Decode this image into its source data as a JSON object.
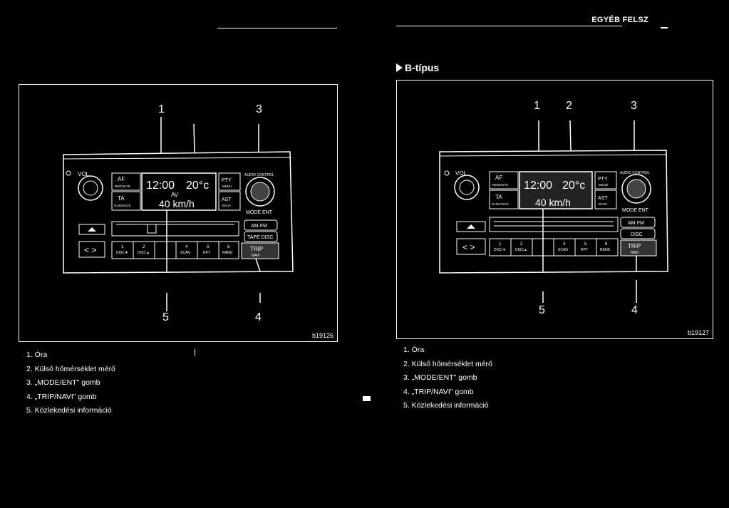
{
  "header": {
    "title": "EGYÉB FELSZ"
  },
  "section": {
    "title": "B-típus"
  },
  "figures": [
    {
      "code": "b19126",
      "callouts": [
        "1",
        "3",
        "5",
        "4"
      ],
      "display": {
        "time": "12:00",
        "temp": "20°c",
        "middle": "AV",
        "speed": "40 km/h"
      },
      "labels": {
        "vol": "VOL",
        "af": "AF",
        "reroute": "REROUTE",
        "ta": "TA",
        "guidance": "GUIDANCE",
        "pty": "PTY",
        "menu": "MENU",
        "ast": "AST",
        "back": "BACK",
        "audio": "AUDIO CONTROL",
        "mode": "MODE ENT",
        "amfm": "AM·FM",
        "tape": "TAPE DISC",
        "b1": "1",
        "b1s": "DISC▼",
        "b2": "2",
        "b2s": "DISC▲",
        "b4": "4",
        "b4s": "SCAN",
        "b5": "5",
        "b5s": "RPT",
        "b6": "6",
        "b6s": "RAND",
        "trip": "TRIP",
        "navi": "NAVI"
      }
    },
    {
      "code": "b19127",
      "callouts": [
        "1",
        "2",
        "3",
        "5",
        "4"
      ],
      "display": {
        "time": "12:00",
        "temp": "20°c",
        "speed": "40 km/h"
      },
      "labels": {
        "vol": "VOL",
        "af": "AF",
        "reroute": "REROUTE",
        "ta": "TA",
        "guidance": "GUIDANCE",
        "pty": "PTY",
        "menu": "MENU",
        "ast": "AST",
        "back": "BACK",
        "audio": "AUDIO CONTROL",
        "mode": "MODE ENT",
        "amfm": "AM·FM",
        "disc": "DISC",
        "b1": "1",
        "b1s": "DISC▼",
        "b2": "2",
        "b2s": "DISC▲",
        "b4": "4",
        "b4s": "SCAN",
        "b5": "5",
        "b5s": "RPT",
        "b6": "6",
        "b6s": "RAND",
        "trip": "TRIP",
        "navi": "NAVI"
      }
    }
  ],
  "legend_left": [
    "1.  Óra",
    "2.  Külső hőmérséklet mérő",
    "3.  „MODE/ENT\" gomb",
    "4.  „TRIP/NAVI\" gomb",
    "5.  Közlekedési információ"
  ],
  "legend_right": [
    "1.  Óra",
    "2.  Külső hőmérséklet mérő",
    "3.  „MODE/ENT\" gomb",
    "4.  „TRIP/NAVI\" gomb",
    "5.  Közlekedési információ"
  ]
}
